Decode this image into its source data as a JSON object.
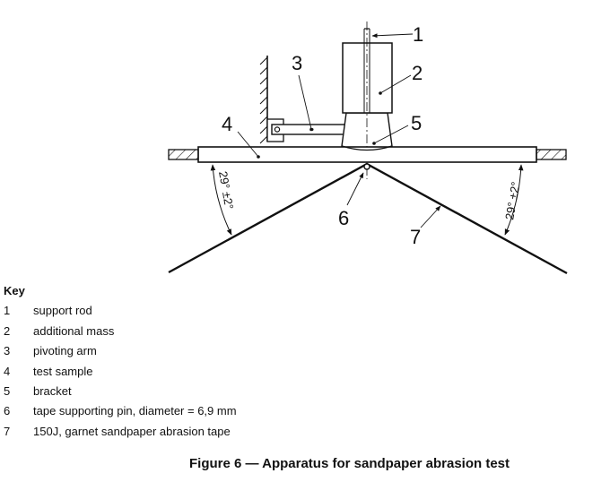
{
  "figure": {
    "caption": "Figure 6 — Apparatus for sandpaper abrasion test",
    "callouts": [
      "1",
      "2",
      "3",
      "4",
      "5",
      "6",
      "7"
    ],
    "angle_left": "29° ±2°",
    "angle_right": "29° ±2°"
  },
  "key": {
    "title": "Key",
    "items": [
      {
        "num": "1",
        "label": "support rod"
      },
      {
        "num": "2",
        "label": "additional mass"
      },
      {
        "num": "3",
        "label": "pivoting arm"
      },
      {
        "num": "4",
        "label": "test sample"
      },
      {
        "num": "5",
        "label": "bracket"
      },
      {
        "num": "6",
        "label": "tape supporting pin, diameter = 6,9 mm"
      },
      {
        "num": "7",
        "label": "150J, garnet sandpaper abrasion tape"
      }
    ]
  }
}
